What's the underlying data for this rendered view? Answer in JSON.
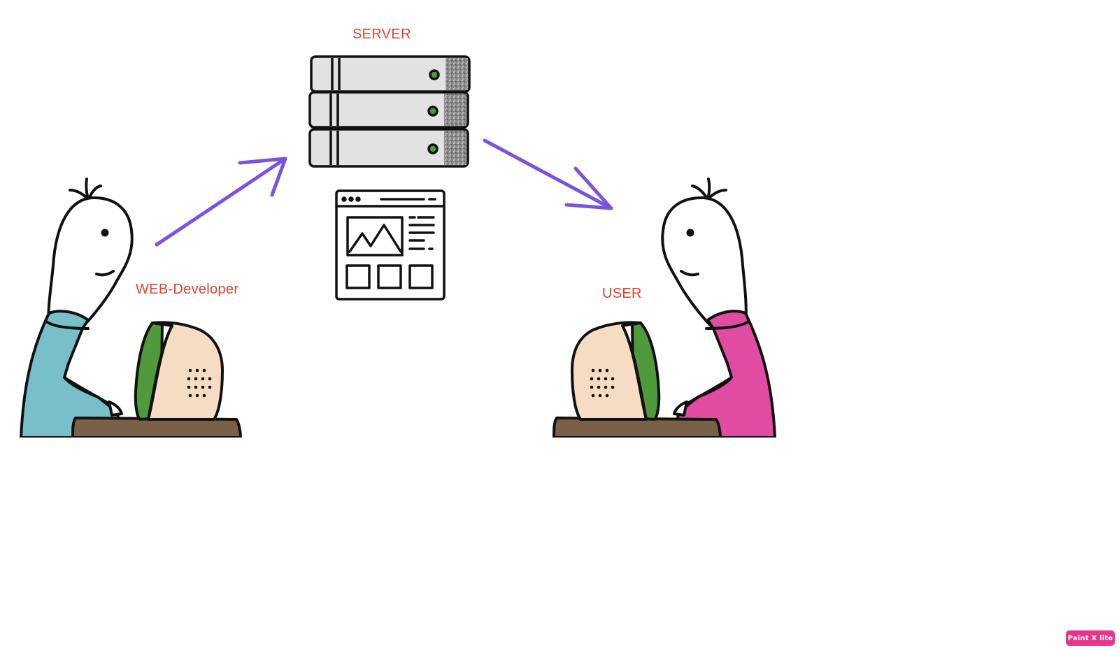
{
  "labels": {
    "server": "SERVER",
    "web_developer": "WEB-Developer",
    "user": "USER"
  },
  "watermark": {
    "text": "Paint X lite"
  },
  "colors": {
    "label_text": "#e8402a",
    "arrow": "#7a52e0",
    "developer_shirt": "#79bfc9",
    "user_shirt": "#e14ba2",
    "monitor_body": "#f6dcc3",
    "monitor_screen": "#4f9a3b",
    "desk": "#7a5f49",
    "server_body": "#e2e2e2",
    "watermark_bg": "#e8348a"
  }
}
